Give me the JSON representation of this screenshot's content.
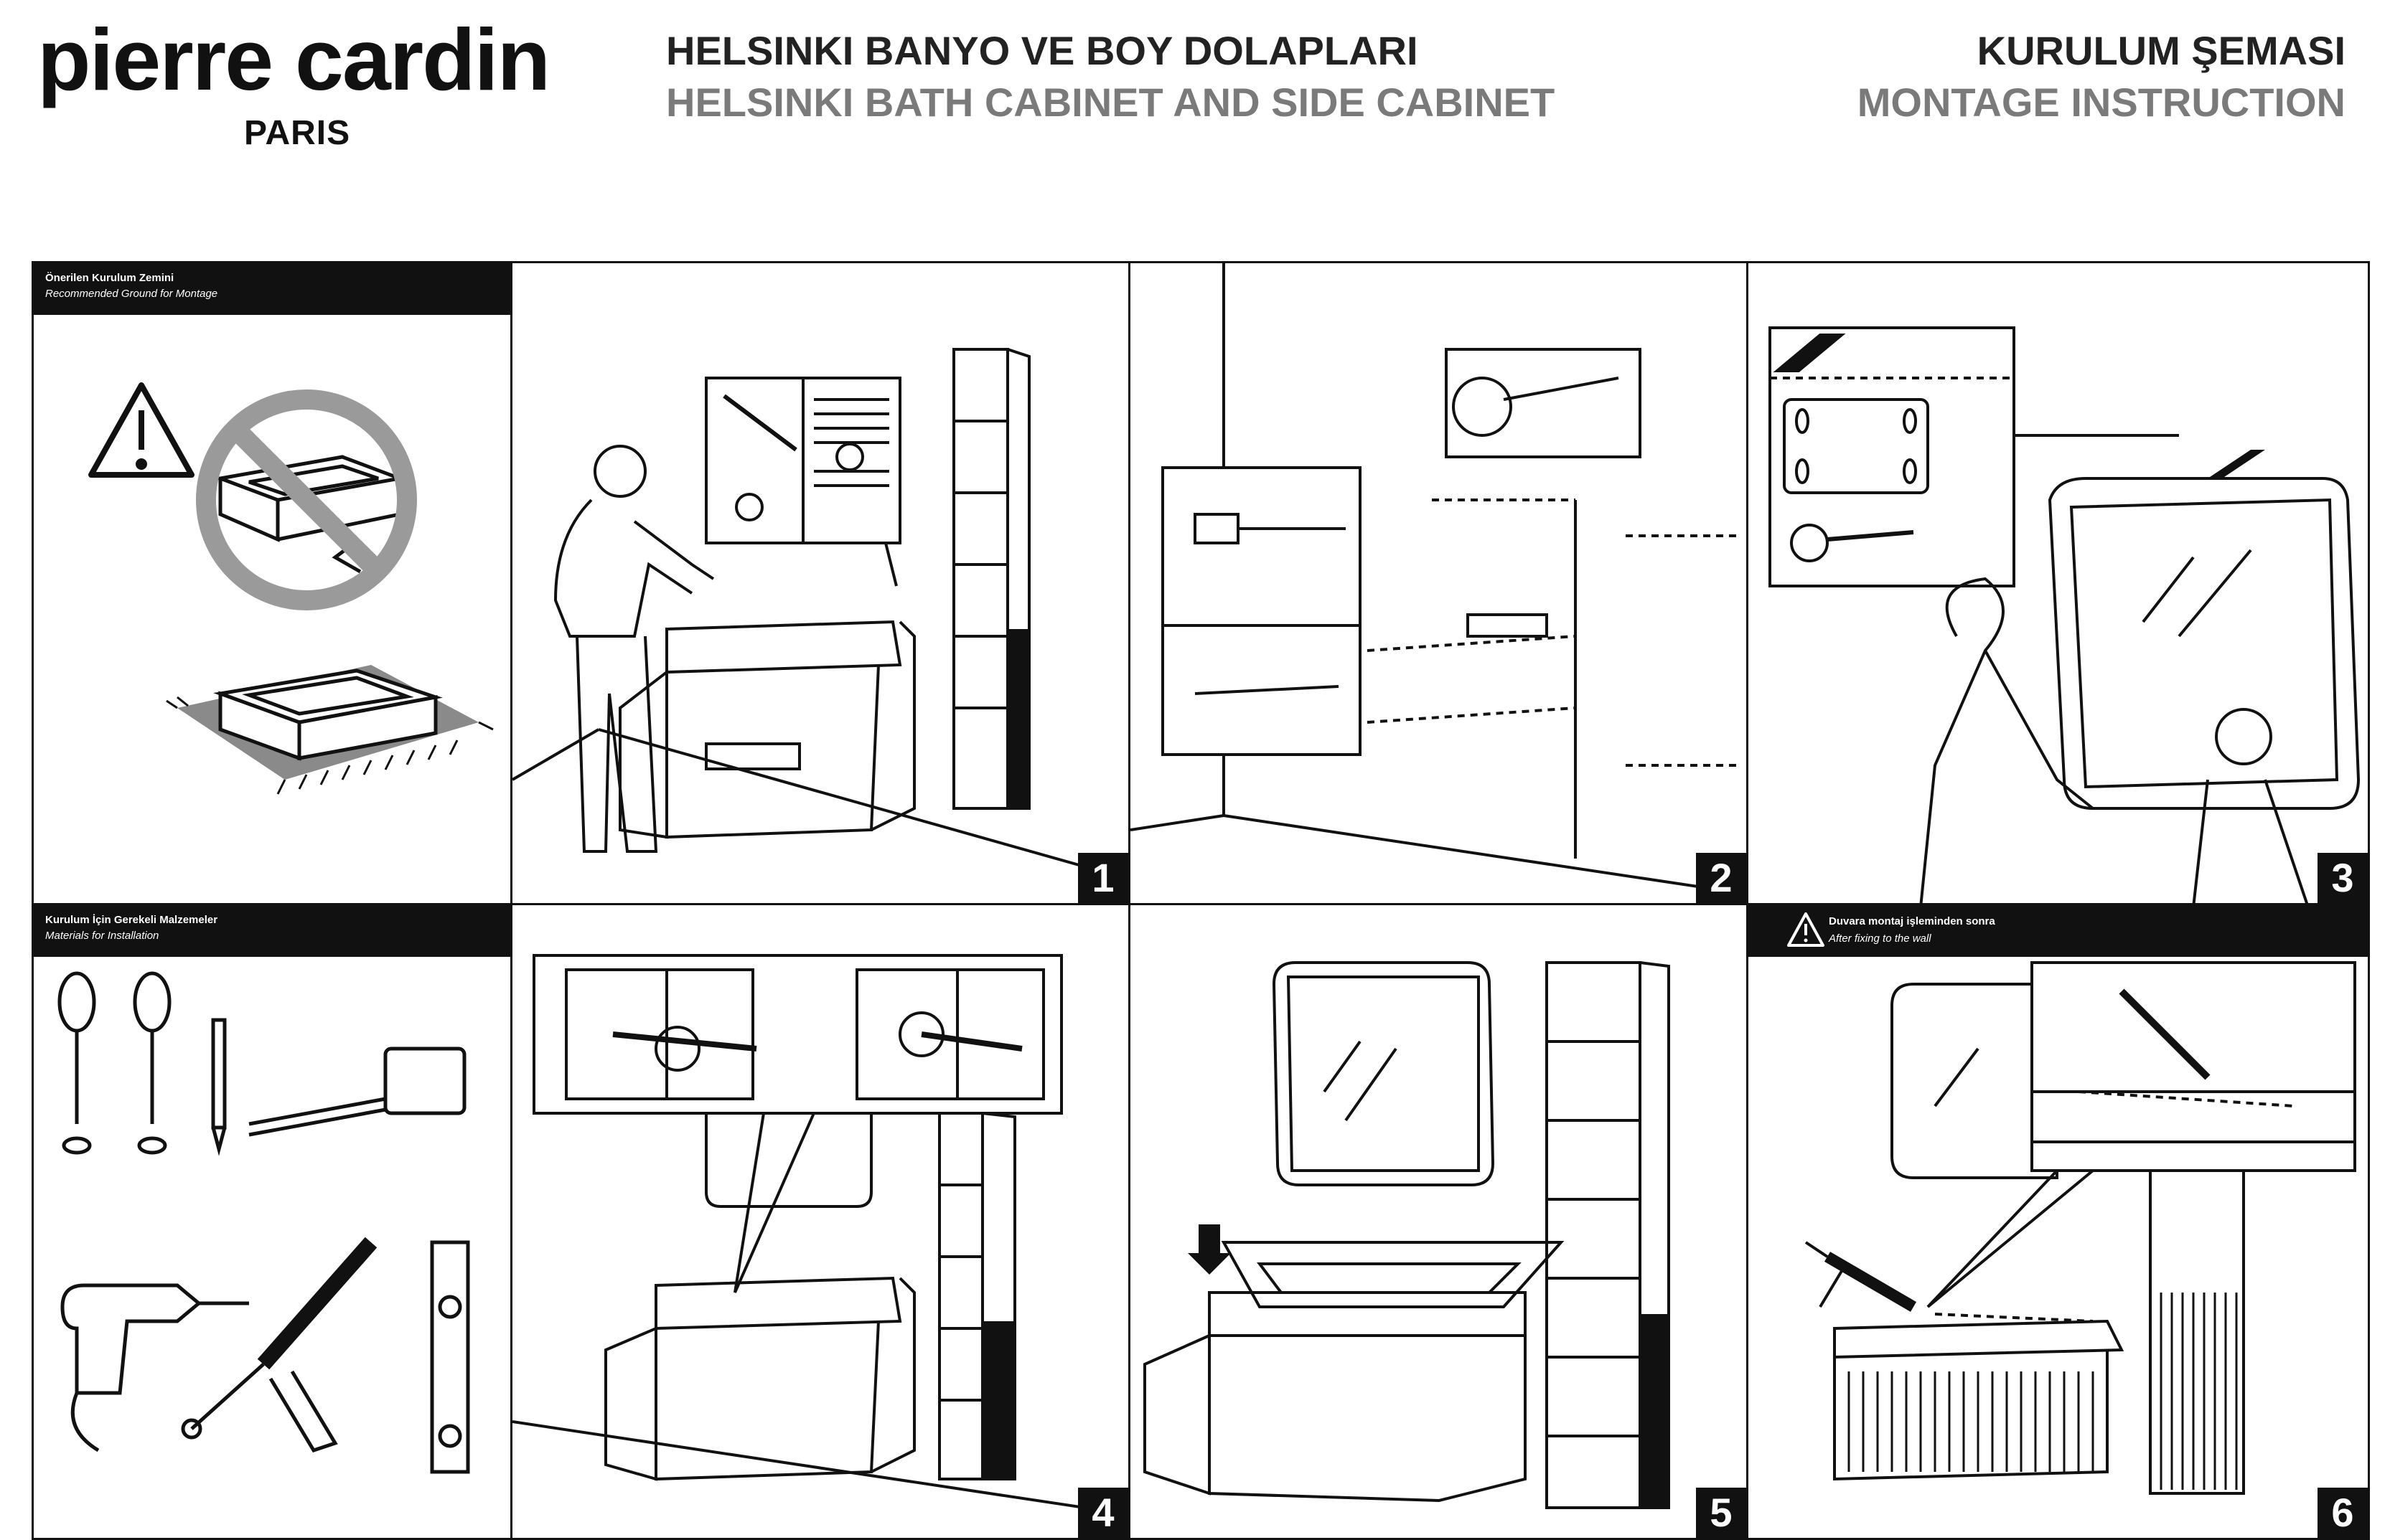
{
  "header": {
    "brand": "pierre cardin",
    "brand_sub": "PARIS",
    "title_tr": "HELSINKI BANYO VE BOY DOLAPLARI",
    "title_en": "HELSINKI BATH CABINET AND SIDE CABINET",
    "doc_type_tr": "KURULUM ŞEMASI",
    "doc_type_en": "MONTAGE INSTRUCTION"
  },
  "panels": {
    "ground": {
      "label_tr": "Önerilen Kurulum Zemini",
      "label_en": "Recommended Ground for Montage"
    },
    "materials": {
      "label_tr": "Kurulum İçin Gerekeli Malzemeler",
      "label_en": "Materials for Installation"
    },
    "after_wall": {
      "label_tr": "Duvara montaj işleminden sonra",
      "label_en": "After fixing to the wall"
    },
    "steps": [
      "1",
      "2",
      "3",
      "4",
      "5",
      "6"
    ]
  },
  "colors": {
    "ink": "#111111",
    "gray_text": "#7a7a7a",
    "band": "#111111"
  },
  "icons": [
    "warning-icon",
    "no-sign-icon",
    "screwdriver-icon",
    "pencil-icon",
    "tape-measure-icon",
    "drill-icon",
    "caulking-gun-icon",
    "spirit-level-icon"
  ]
}
